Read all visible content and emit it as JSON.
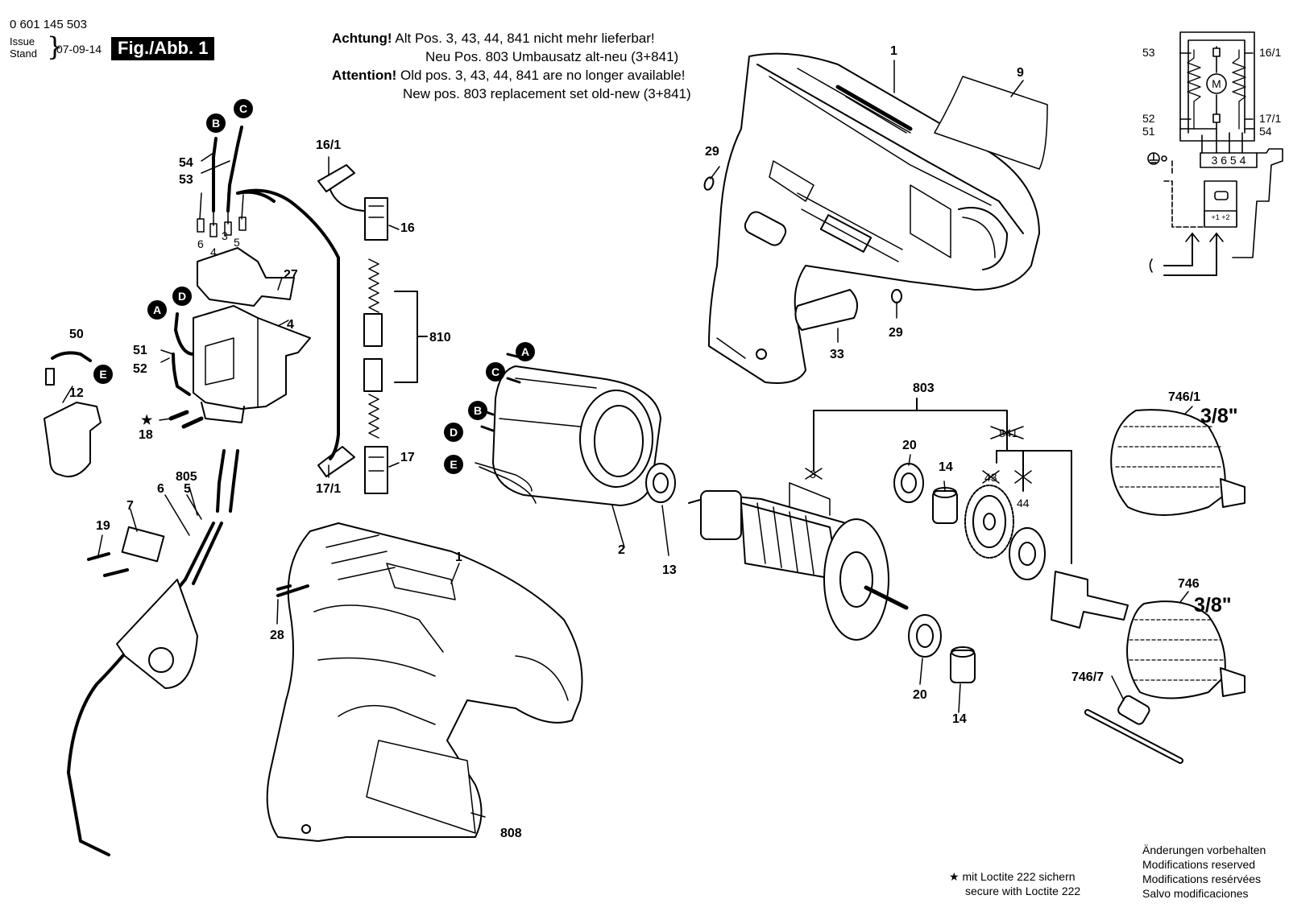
{
  "header": {
    "part_number": "0 601 145 503",
    "issue_label": "Issue",
    "stand_label": "Stand",
    "date": "07-09-14",
    "figure_badge": "Fig./Abb. 1"
  },
  "notice": {
    "de_bold": "Achtung!",
    "de_line1": " Alt Pos. 3, 43, 44, 841 nicht mehr lieferbar!",
    "de_line2": "Neu Pos. 803 Umbausatz alt-neu (3+841)",
    "en_bold": "Attention!",
    "en_line1": " Old pos. 3, 43, 44, 841 are no longer available!",
    "en_line2": "New pos. 803 replacement set old-new (3+841)"
  },
  "part_labels": {
    "p1_top": "1",
    "p9": "9",
    "p29a": "29",
    "p29b": "29",
    "p33": "33",
    "p16_1": "16/1",
    "p16": "16",
    "p810": "810",
    "p17": "17",
    "p17_1": "17/1",
    "p54": "54",
    "p53": "53",
    "p6": "6",
    "p3": "3",
    "p5": "5",
    "p4": "4",
    "p27": "27",
    "p4b": "4",
    "p51": "51",
    "p52": "52",
    "p50": "50",
    "p12": "12",
    "p18": "18",
    "p805": "805",
    "p6b": "6",
    "p5b": "5",
    "p7": "7",
    "p19": "19",
    "p28": "28",
    "p1_bottom": "1",
    "p808": "808",
    "p2": "2",
    "p13": "13",
    "p803": "803",
    "p20a": "20",
    "p14a": "14",
    "p841": "841",
    "p3x": "3",
    "p43": "43",
    "p44": "44",
    "p20b": "20",
    "p14b": "14",
    "p746_1": "746/1",
    "p746": "746",
    "p746_7": "746/7"
  },
  "wire_markers": [
    "A",
    "B",
    "C",
    "D",
    "E"
  ],
  "chuck_sizes": {
    "upper": "3/8\"",
    "lower": "3/8\""
  },
  "schematic": {
    "labels": {
      "s53": "53",
      "s16_1": "16/1",
      "s52": "52",
      "s17_1": "17/1",
      "s51": "51",
      "s54": "54",
      "motor": "M"
    },
    "terminals": "3 6 5 4",
    "switch_top": "+1 +2"
  },
  "footer": {
    "star": "★",
    "loctite_de": "mit Loctite 222 sichern",
    "loctite_en": "secure with Loctite 222",
    "mod_de": "Änderungen vorbehalten",
    "mod_en": "Modifications reserved",
    "mod_fr": "Modifications resérvées",
    "mod_es": "Salvo modificaciones"
  }
}
